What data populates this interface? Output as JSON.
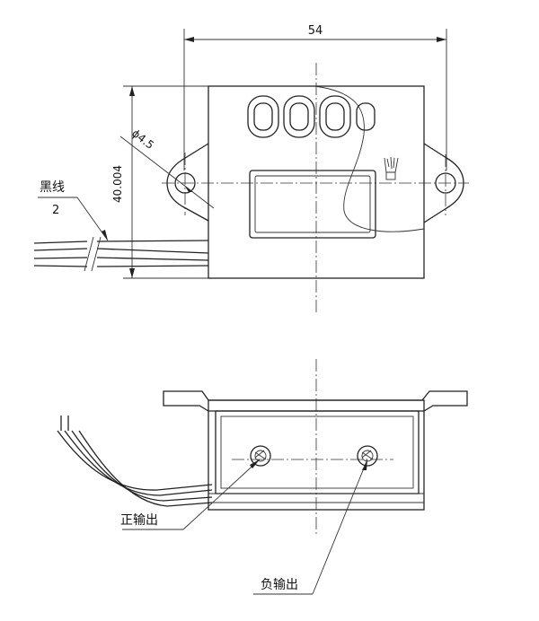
{
  "dimensions": {
    "width": "54",
    "height": "40.004",
    "hole_diameter": "ϕ4.5"
  },
  "callouts": {
    "black_wire_label": "黑线",
    "black_wire_count": "2",
    "positive_output": "正输出",
    "negative_output": "负输出"
  }
}
